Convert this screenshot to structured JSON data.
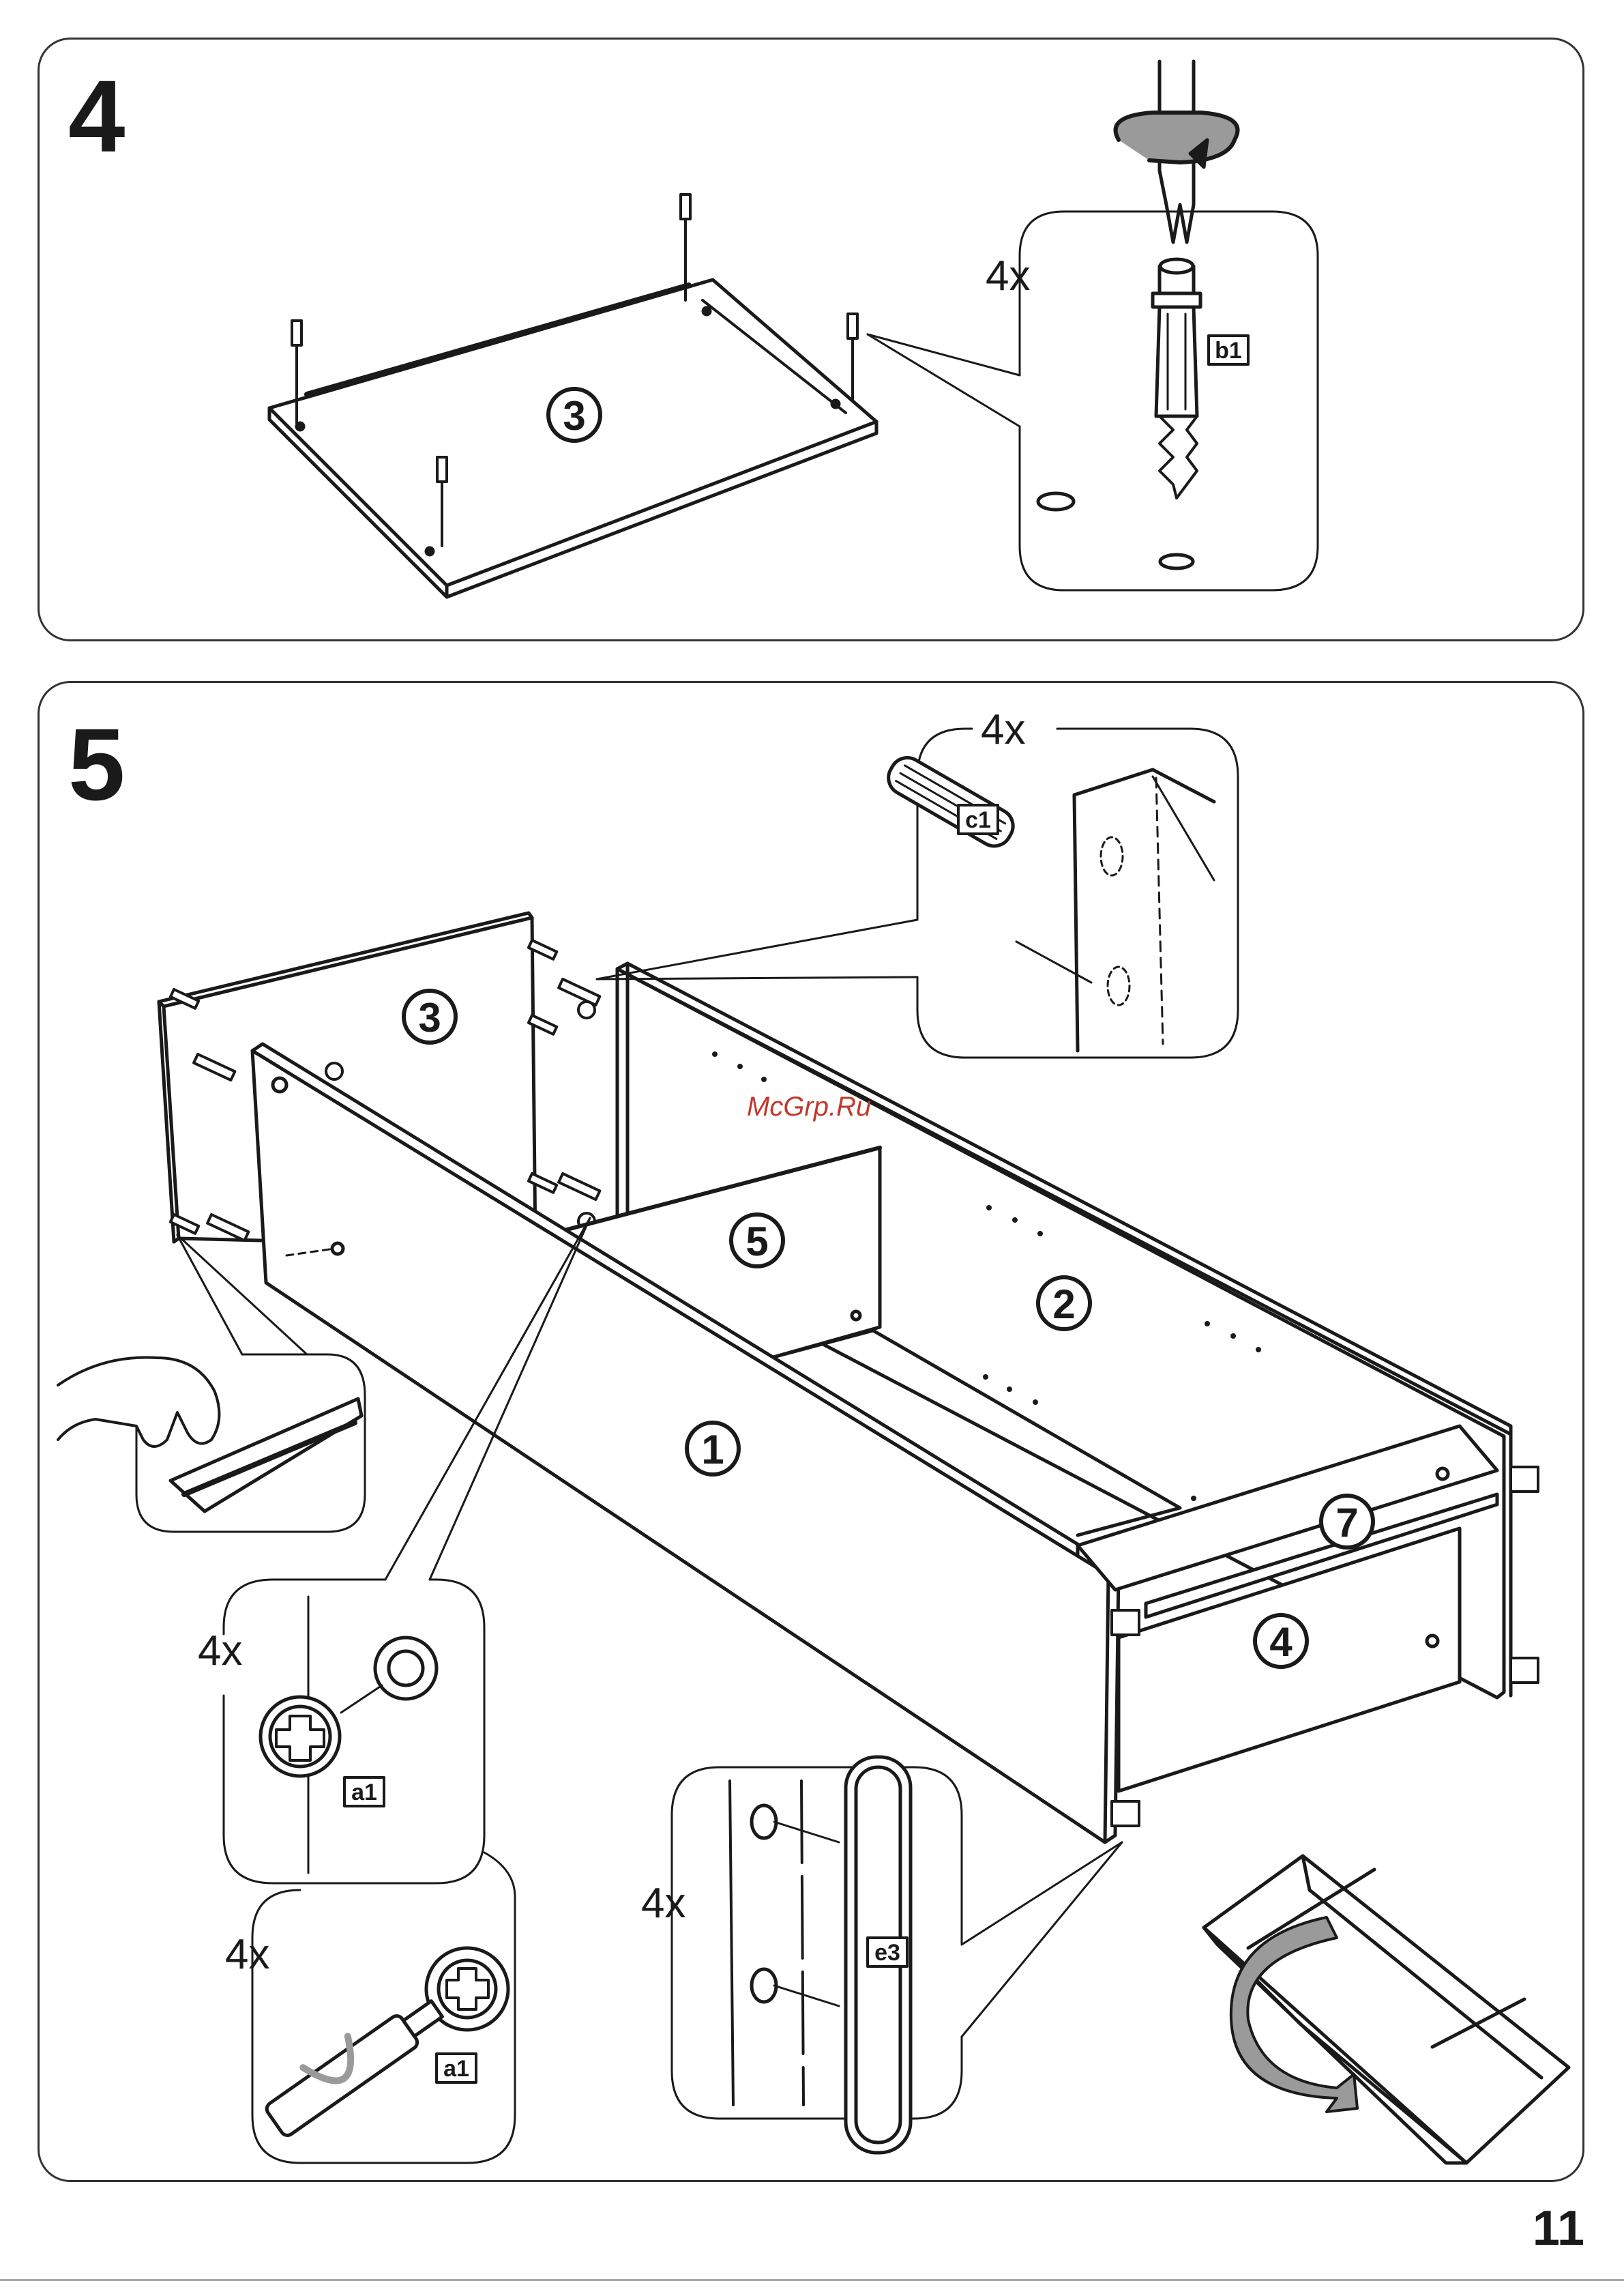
{
  "steps": {
    "step4": {
      "number": "4",
      "panel_label": "3",
      "quantity": "4x",
      "part_code": "b1"
    },
    "step5": {
      "number": "5",
      "panel_labels": {
        "p1": "1",
        "p2": "2",
        "p3": "3",
        "p4": "4",
        "p5": "5",
        "p7": "7"
      },
      "dowel_detail": {
        "quantity": "4x",
        "part_code": "c1"
      },
      "cam_detail": {
        "quantity": "4x",
        "part_code": "a1"
      },
      "cam_tighten_detail": {
        "quantity": "4x",
        "part_code": "a1"
      },
      "glide_detail": {
        "quantity": "4x",
        "part_code": "e3"
      }
    }
  },
  "watermark": "McGrp.Ru",
  "page_number": "11"
}
